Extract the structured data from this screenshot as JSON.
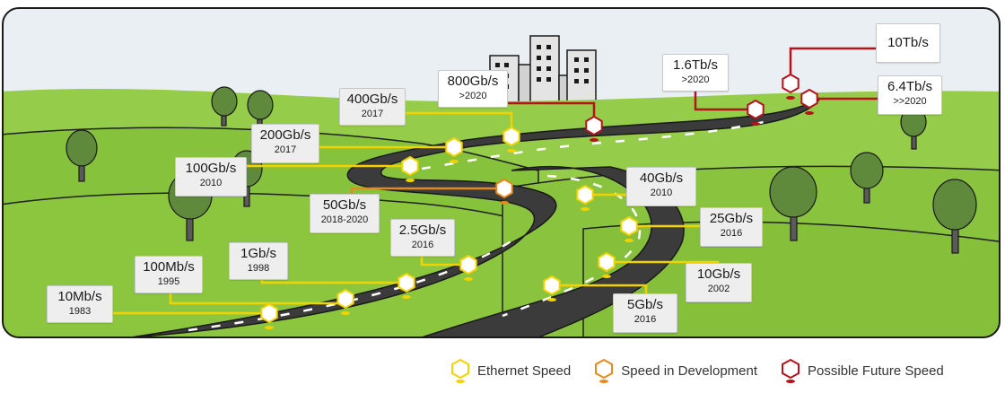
{
  "milestones": [
    {
      "speed": "10Mb/s",
      "year": "1983",
      "status": "ethernet"
    },
    {
      "speed": "100Mb/s",
      "year": "1995",
      "status": "ethernet"
    },
    {
      "speed": "1Gb/s",
      "year": "1998",
      "status": "ethernet"
    },
    {
      "speed": "10Gb/s",
      "year": "2002",
      "status": "ethernet"
    },
    {
      "speed": "40Gb/s",
      "year": "2010",
      "status": "ethernet"
    },
    {
      "speed": "100Gb/s",
      "year": "2010",
      "status": "ethernet"
    },
    {
      "speed": "2.5Gb/s",
      "year": "2016",
      "status": "ethernet"
    },
    {
      "speed": "5Gb/s",
      "year": "2016",
      "status": "ethernet"
    },
    {
      "speed": "25Gb/s",
      "year": "2016",
      "status": "ethernet"
    },
    {
      "speed": "200Gb/s",
      "year": "2017",
      "status": "ethernet"
    },
    {
      "speed": "400Gb/s",
      "year": "2017",
      "status": "ethernet"
    },
    {
      "speed": "50Gb/s",
      "year": "2018-2020",
      "status": "development"
    },
    {
      "speed": "800Gb/s",
      "year": ">2020",
      "status": "future"
    },
    {
      "speed": "1.6Tb/s",
      "year": ">2020",
      "status": "future"
    },
    {
      "speed": "6.4Tb/s",
      "year": ">>2020",
      "status": "future"
    },
    {
      "speed": "10Tb/s",
      "year": "",
      "status": "future"
    }
  ],
  "legend": {
    "ethernet": "Ethernet Speed",
    "development": "Speed in Development",
    "future": "Possible Future Speed"
  },
  "colors": {
    "ethernet": "#f2d300",
    "development": "#e68a1e",
    "future": "#b5121b",
    "grass": "#8cc63f",
    "road": "#3a3a3a",
    "sky": "#e8eef2"
  },
  "icons": {
    "ethernet": "hexagon-icon",
    "development": "hexagon-icon",
    "future": "hexagon-icon"
  }
}
